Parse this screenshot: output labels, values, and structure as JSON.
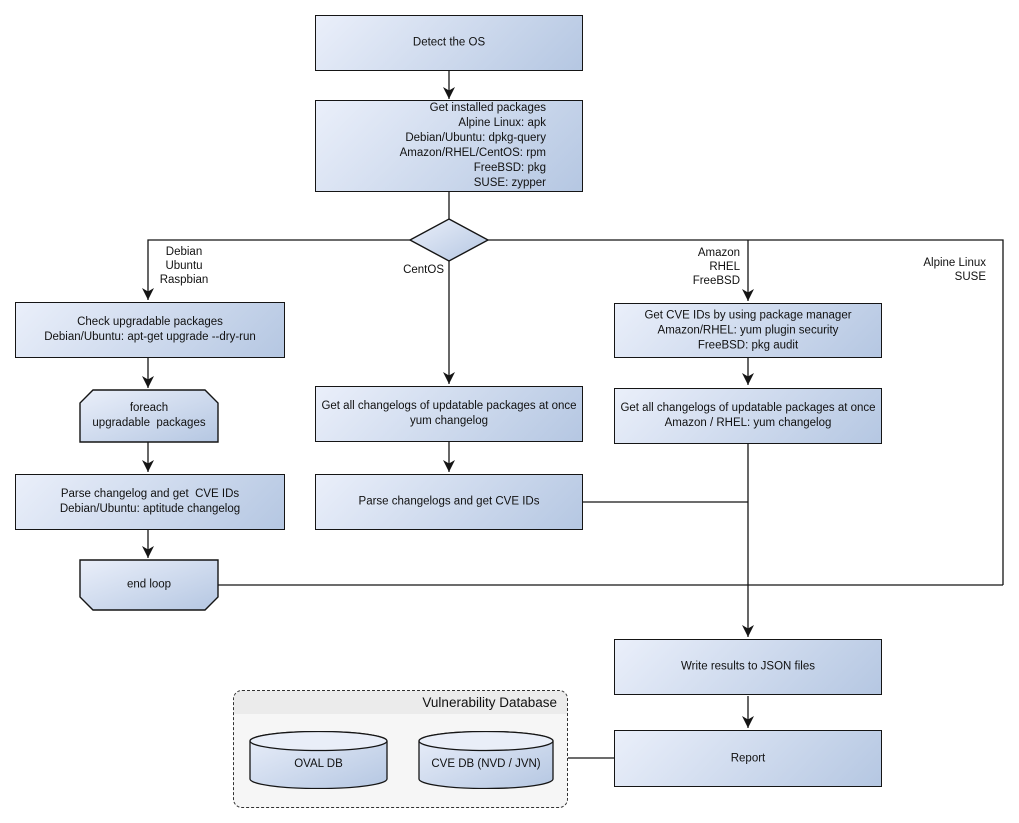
{
  "nodes": {
    "detect_os": {
      "text": "Detect the OS"
    },
    "get_installed_packages": {
      "text": "Get installed packages\nAlpine Linux: apk\nDebian/Ubuntu: dpkg-query\nAmazon/RHEL/CentOS: rpm\nFreeBSD: pkg\nSUSE: zypper"
    },
    "check_upgradable": {
      "text": "Check upgradable packages\nDebian/Ubuntu: apt-get upgrade --dry-run"
    },
    "foreach_loop": {
      "text": "foreach\nupgradable  packages"
    },
    "parse_changelog_deb": {
      "text": "Parse changelog and get  CVE IDs\nDebian/Ubuntu: aptitude changelog"
    },
    "end_loop": {
      "text": "end loop"
    },
    "centos_changelogs": {
      "text": "Get all changelogs of updatable packages at once\nyum changelog"
    },
    "parse_changelogs_centos": {
      "text": "Parse changelogs and get CVE IDs"
    },
    "get_cve_ids_pkg_mgr": {
      "text": "Get CVE IDs by using package manager\nAmazon/RHEL: yum plugin security\nFreeBSD: pkg audit"
    },
    "amazon_changelogs": {
      "text": "Get all changelogs of updatable packages at once\nAmazon / RHEL: yum changelog"
    },
    "write_results": {
      "text": "Write results to JSON files"
    },
    "report": {
      "text": "Report"
    }
  },
  "branch_labels": {
    "debian": "Debian\nUbuntu\nRaspbian",
    "centos": "CentOS",
    "amazon": "Amazon\nRHEL\nFreeBSD",
    "alpine": "Alpine Linux\nSUSE"
  },
  "database": {
    "title": "Vulnerability Database",
    "oval_db": "OVAL DB",
    "cve_db": "CVE DB (NVD / JVN)"
  },
  "colors": {
    "node_gradient_start": "#eaeffa",
    "node_gradient_end": "#b5c7e2",
    "outline": "#151515",
    "cylinder_top": "#e9eef8",
    "db_panel_fill": "#f6f6f6",
    "db_panel_header": "#ebebeb",
    "background": "#ffffff"
  }
}
